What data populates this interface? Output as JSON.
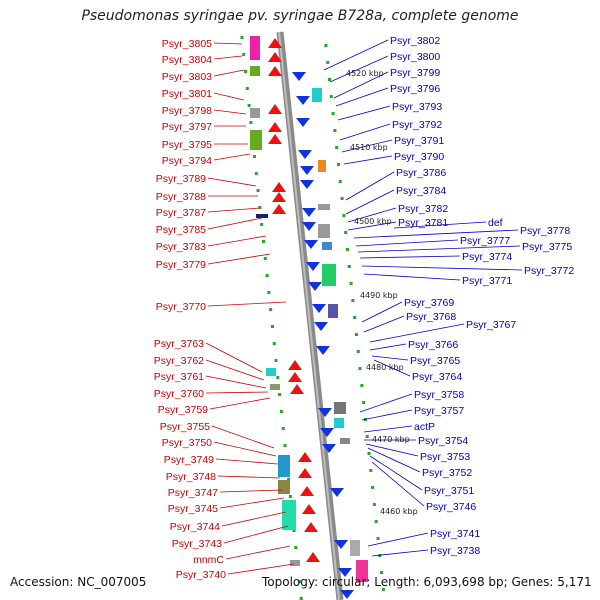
{
  "title": "Pseudomonas syringae pv. syringae B728a, complete genome",
  "footer": {
    "accession": "Accession: NC_007005",
    "summary": "Topology: circular; Length: 6,093,698 bp; Genes: 5,171"
  },
  "colors": {
    "forward_strand": "#ee1111",
    "reverse_strand": "#1133dd",
    "backbone": "#9a9a9a",
    "tick": "#22aa22",
    "left_label": "#cc0000",
    "right_label": "#0000cc"
  },
  "scale_marks": [
    "4520 kbp",
    "4510 kbp",
    "4500 kbp",
    "4490 kbp",
    "4480 kbp",
    "4470 kbp",
    "4460 kbp"
  ],
  "left_labels": [
    "Psyr_3805",
    "Psyr_3804",
    "Psyr_3803",
    "Psyr_3801",
    "Psyr_3798",
    "Psyr_3797",
    "Psyr_3795",
    "Psyr_3794",
    "Psyr_3789",
    "Psyr_3788",
    "Psyr_3787",
    "Psyr_3785",
    "Psyr_3783",
    "Psyr_3779",
    "Psyr_3770",
    "Psyr_3763",
    "Psyr_3762",
    "Psyr_3761",
    "Psyr_3760",
    "Psyr_3759",
    "Psyr_3755",
    "Psyr_3750",
    "Psyr_3749",
    "Psyr_3748",
    "Psyr_3747",
    "Psyr_3745",
    "Psyr_3744",
    "Psyr_3743",
    "mnmC",
    "Psyr_3740"
  ],
  "right_labels": [
    "Psyr_3802",
    "Psyr_3800",
    "Psyr_3799",
    "Psyr_3796",
    "Psyr_3793",
    "Psyr_3792",
    "Psyr_3791",
    "Psyr_3790",
    "Psyr_3786",
    "Psyr_3784",
    "Psyr_3782",
    "Psyr_3781",
    "def",
    "Psyr_3778",
    "Psyr_3777",
    "Psyr_3775",
    "Psyr_3774",
    "Psyr_3772",
    "Psyr_3771",
    "Psyr_3769",
    "Psyr_3768",
    "Psyr_3767",
    "Psyr_3766",
    "Psyr_3765",
    "Psyr_3764",
    "Psyr_3758",
    "Psyr_3757",
    "actP",
    "Psyr_3754",
    "Psyr_3753",
    "Psyr_3752",
    "Psyr_3751",
    "Psyr_3746",
    "Psyr_3741",
    "Psyr_3738"
  ]
}
